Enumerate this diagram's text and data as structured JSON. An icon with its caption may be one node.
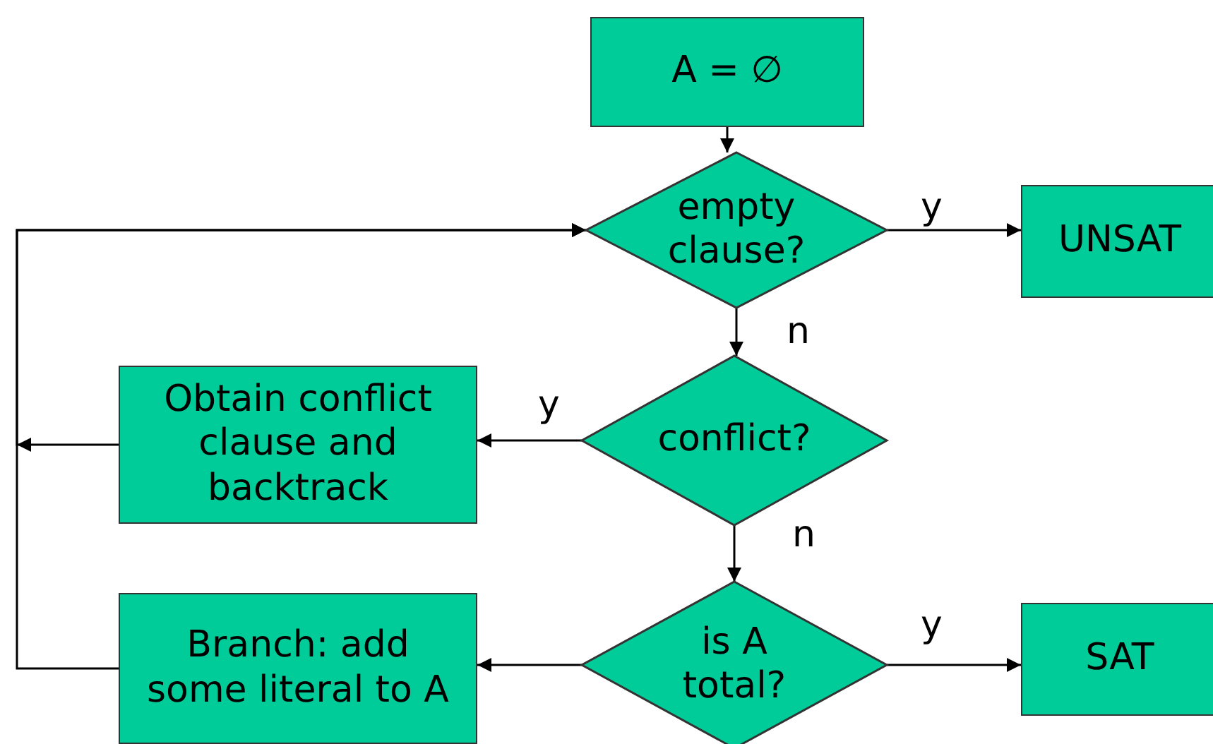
{
  "diagram": {
    "nodes": [
      {
        "text": [
          "A = ∅"
        ]
      },
      {
        "text": [
          "empty clause?"
        ]
      },
      {
        "text": [
          "UNSAT"
        ]
      },
      {
        "text": [
          "conflict?"
        ]
      },
      {
        "text": [
          "Obtain conflict clause and backtrack"
        ]
      },
      {
        "text": [
          "is A total?"
        ]
      },
      {
        "text": [
          "Branch: add some literal to A"
        ]
      },
      {
        "text": [
          "SAT"
        ]
      }
    ],
    "edges": [
      {
        "from": 0,
        "to": 1,
        "arrow": "to"
      },
      {
        "from": 1,
        "to": 2,
        "arrow": "to",
        "label": "y"
      },
      {
        "from": 1,
        "to": 3,
        "arrow": "to",
        "label": "n"
      },
      {
        "from": 3,
        "to": 4,
        "arrow": "to",
        "label": "y"
      },
      {
        "from": 3,
        "to": 5,
        "arrow": "to",
        "label": "n"
      },
      {
        "from": 5,
        "to": 7,
        "arrow": "to",
        "label": "y"
      },
      {
        "from": 5,
        "to": 6,
        "arrow": "to"
      },
      {
        "from": 4,
        "to": 1,
        "arrow": "to"
      },
      {
        "from": 6,
        "to": 1,
        "arrow": "to"
      }
    ]
  }
}
